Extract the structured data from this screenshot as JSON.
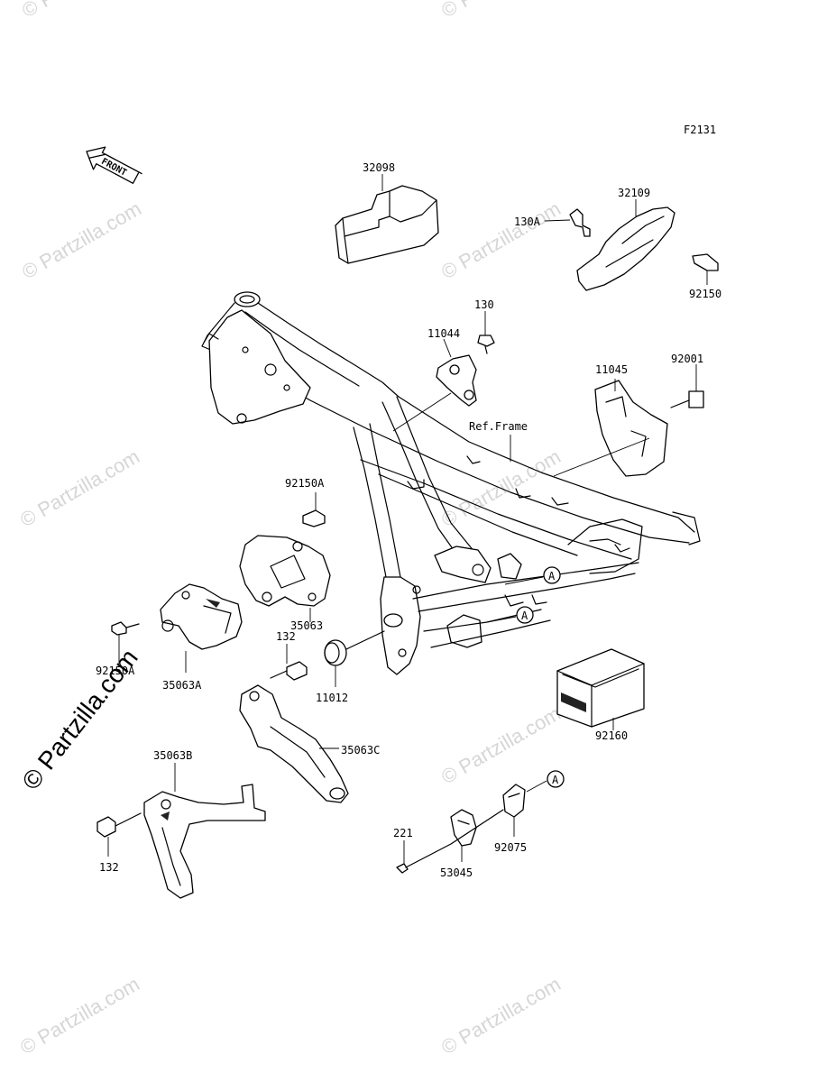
{
  "figure_code": "F2131",
  "front_label": "FRONT",
  "watermark_text": "© Partzilla.com",
  "ref_frame_label": "Ref.Frame",
  "ref_marker": "A",
  "callouts": {
    "c32098": "32098",
    "c32109": "32109",
    "c130A": "130A",
    "c92150": "92150",
    "c130": "130",
    "c11044": "11044",
    "c11045": "11045",
    "c92001": "92001",
    "c92150A_top": "92150A",
    "c35063": "35063",
    "c92150A_left": "92150A",
    "c35063A": "35063A",
    "c132_mid": "132",
    "c11012": "11012",
    "c35063C": "35063C",
    "c35063B": "35063B",
    "c132_bottom": "132",
    "c92160": "92160",
    "c221": "221",
    "c53045": "53045",
    "c92075": "92075"
  }
}
